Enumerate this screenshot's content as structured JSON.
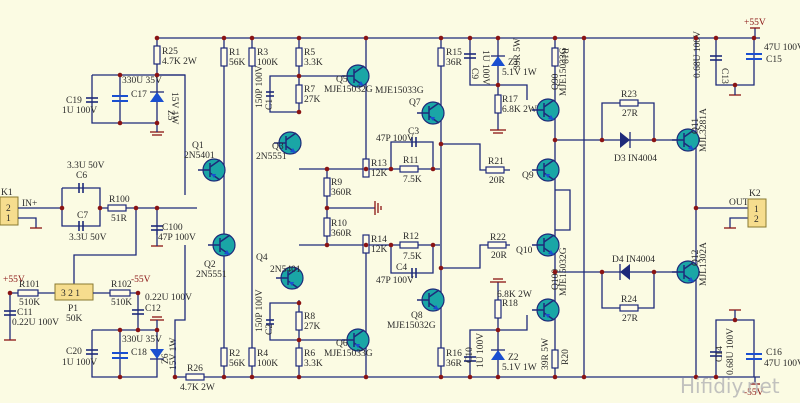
{
  "schematic": {
    "title": "Power amplifier schematic",
    "watermark": "Hifidiy.net",
    "rails": {
      "pos": "+55V",
      "neg": "-55V"
    },
    "connectors": {
      "K1": {
        "ref": "K1",
        "net": "IN+",
        "pins": [
          "2",
          "1"
        ]
      },
      "K2": {
        "ref": "K2",
        "net": "OUT",
        "pins": [
          "1",
          "2"
        ]
      }
    },
    "resistors": {
      "R1": {
        "ref": "R1",
        "value": "56K"
      },
      "R2": {
        "ref": "R2",
        "value": "56K"
      },
      "R3": {
        "ref": "R3",
        "value": "100K"
      },
      "R4": {
        "ref": "R4",
        "value": "100K"
      },
      "R5": {
        "ref": "R5",
        "value": "3.3K"
      },
      "R6": {
        "ref": "R6",
        "value": "3.3K"
      },
      "R7": {
        "ref": "R7",
        "value": "27K"
      },
      "R8": {
        "ref": "R8",
        "value": "27K"
      },
      "R9": {
        "ref": "R9",
        "value": "360R"
      },
      "R10": {
        "ref": "R10",
        "value": "360R"
      },
      "R11": {
        "ref": "R11",
        "value": "7.5K"
      },
      "R12": {
        "ref": "R12",
        "value": "7.5K"
      },
      "R13": {
        "ref": "R13",
        "value": "12K"
      },
      "R14": {
        "ref": "R14",
        "value": "12K"
      },
      "R15": {
        "ref": "R15",
        "value": "36R"
      },
      "R16": {
        "ref": "R16",
        "value": "36R"
      },
      "R17": {
        "ref": "R17",
        "value": "6.8K 2W"
      },
      "R18": {
        "ref": "R18",
        "value": "6.8K 2W"
      },
      "R19": {
        "ref": "R19",
        "value": "39R 5W"
      },
      "R20": {
        "ref": "R20",
        "value": "39R 5W"
      },
      "R21": {
        "ref": "R21",
        "value": "20R"
      },
      "R22": {
        "ref": "R22",
        "value": "20R"
      },
      "R23": {
        "ref": "R23",
        "value": "27R"
      },
      "R24": {
        "ref": "R24",
        "value": "27R"
      },
      "R25": {
        "ref": "R25",
        "value": "4.7K 2W"
      },
      "R26": {
        "ref": "R26",
        "value": "4.7K 2W"
      },
      "R100": {
        "ref": "R100",
        "value": "51R"
      },
      "R101": {
        "ref": "R101",
        "value": "510K"
      },
      "R102": {
        "ref": "R102",
        "value": "510K"
      }
    },
    "pot": {
      "ref": "P1",
      "value": "50K",
      "pins": "3 2 1"
    },
    "capacitors": {
      "C1": {
        "ref": "C1",
        "value": "150P 100V"
      },
      "C2": {
        "ref": "C2",
        "value": "150P 100V"
      },
      "C3": {
        "ref": "C3",
        "value": "47P 100V"
      },
      "C4": {
        "ref": "C4",
        "value": "47P 100V"
      },
      "C6": {
        "ref": "C6",
        "value": "3.3U 50V"
      },
      "C7": {
        "ref": "C7",
        "value": "3.3U 50V"
      },
      "C9": {
        "ref": "C9",
        "value": "1U 100V"
      },
      "C10": {
        "ref": "C10",
        "value": "1U 100V"
      },
      "C11": {
        "ref": "C11",
        "value": "0.22U 100V"
      },
      "C12": {
        "ref": "C12",
        "value": "0.22U 100V"
      },
      "C13": {
        "ref": "C13",
        "value": "0.68U 100V"
      },
      "C14": {
        "ref": "C14",
        "value": "0.68U 100V"
      },
      "C15": {
        "ref": "C15",
        "value": "47U 100V"
      },
      "C16": {
        "ref": "C16",
        "value": "47U 100V"
      },
      "C17": {
        "ref": "C17",
        "value": "330U 35V"
      },
      "C18": {
        "ref": "C18",
        "value": "330U 35V"
      },
      "C19": {
        "ref": "C19",
        "value": "1U 100V"
      },
      "C20": {
        "ref": "C20",
        "value": "1U 100V"
      },
      "C100": {
        "ref": "C100",
        "value": "47P 100V"
      }
    },
    "diodes": {
      "Z1": {
        "ref": "Z1",
        "value": "5.1V 1W"
      },
      "Z2": {
        "ref": "Z2",
        "value": "5.1V 1W"
      },
      "Z5": {
        "ref": "Z5",
        "value": "15V 1W"
      },
      "Z6": {
        "ref": "Z6",
        "value": "15V 1W"
      },
      "D3": {
        "ref": "D3",
        "value": "IN4004"
      },
      "D4": {
        "ref": "D4",
        "value": "IN4004"
      }
    },
    "transistors": {
      "Q1": {
        "ref": "Q1",
        "part": "2N5401"
      },
      "Q2": {
        "ref": "Q2",
        "part": "2N5551"
      },
      "Q3": {
        "ref": "Q3",
        "part": "2N5551"
      },
      "Q4": {
        "ref": "Q4",
        "part": "2N5401"
      },
      "Q5": {
        "ref": "Q5",
        "part": "MJE15032G"
      },
      "Q6": {
        "ref": "Q6",
        "part": "MJE15033G"
      },
      "Q7": {
        "ref": "Q7",
        "part": "MJE15033G"
      },
      "Q8": {
        "ref": "Q8",
        "part": "MJE15032G"
      },
      "Q9": {
        "ref": "Q9",
        "part": ""
      },
      "Q10": {
        "ref": "Q10",
        "part": ""
      },
      "Q90": {
        "ref": "Q90",
        "part": "MJE15033G"
      },
      "Q100": {
        "ref": "Q100",
        "part": "MJE15032G"
      },
      "Q11": {
        "ref": "Q11",
        "part": "MJL3281A"
      },
      "Q12": {
        "ref": "Q12",
        "part": "MJL1302A"
      }
    }
  }
}
